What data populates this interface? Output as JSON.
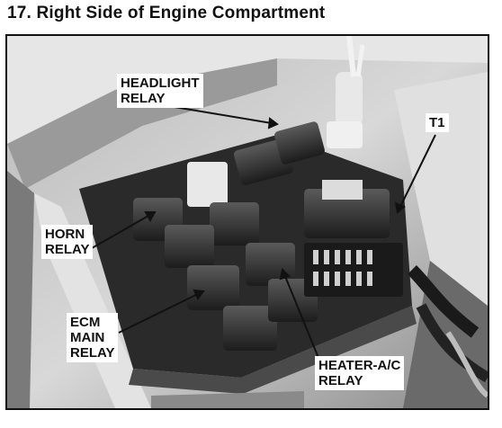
{
  "header": {
    "title": "17. Right Side of Engine Compartment"
  },
  "figure": {
    "description_icon": "engine-bay-photo",
    "callouts": {
      "headlight_relay": "HEADLIGHT\nRELAY",
      "t1": "T1",
      "horn_relay": "HORN\nRELAY",
      "ecm_main_relay": "ECM\nMAIN\nRELAY",
      "heater_ac_relay": "HEATER-A/C\nRELAY"
    }
  }
}
